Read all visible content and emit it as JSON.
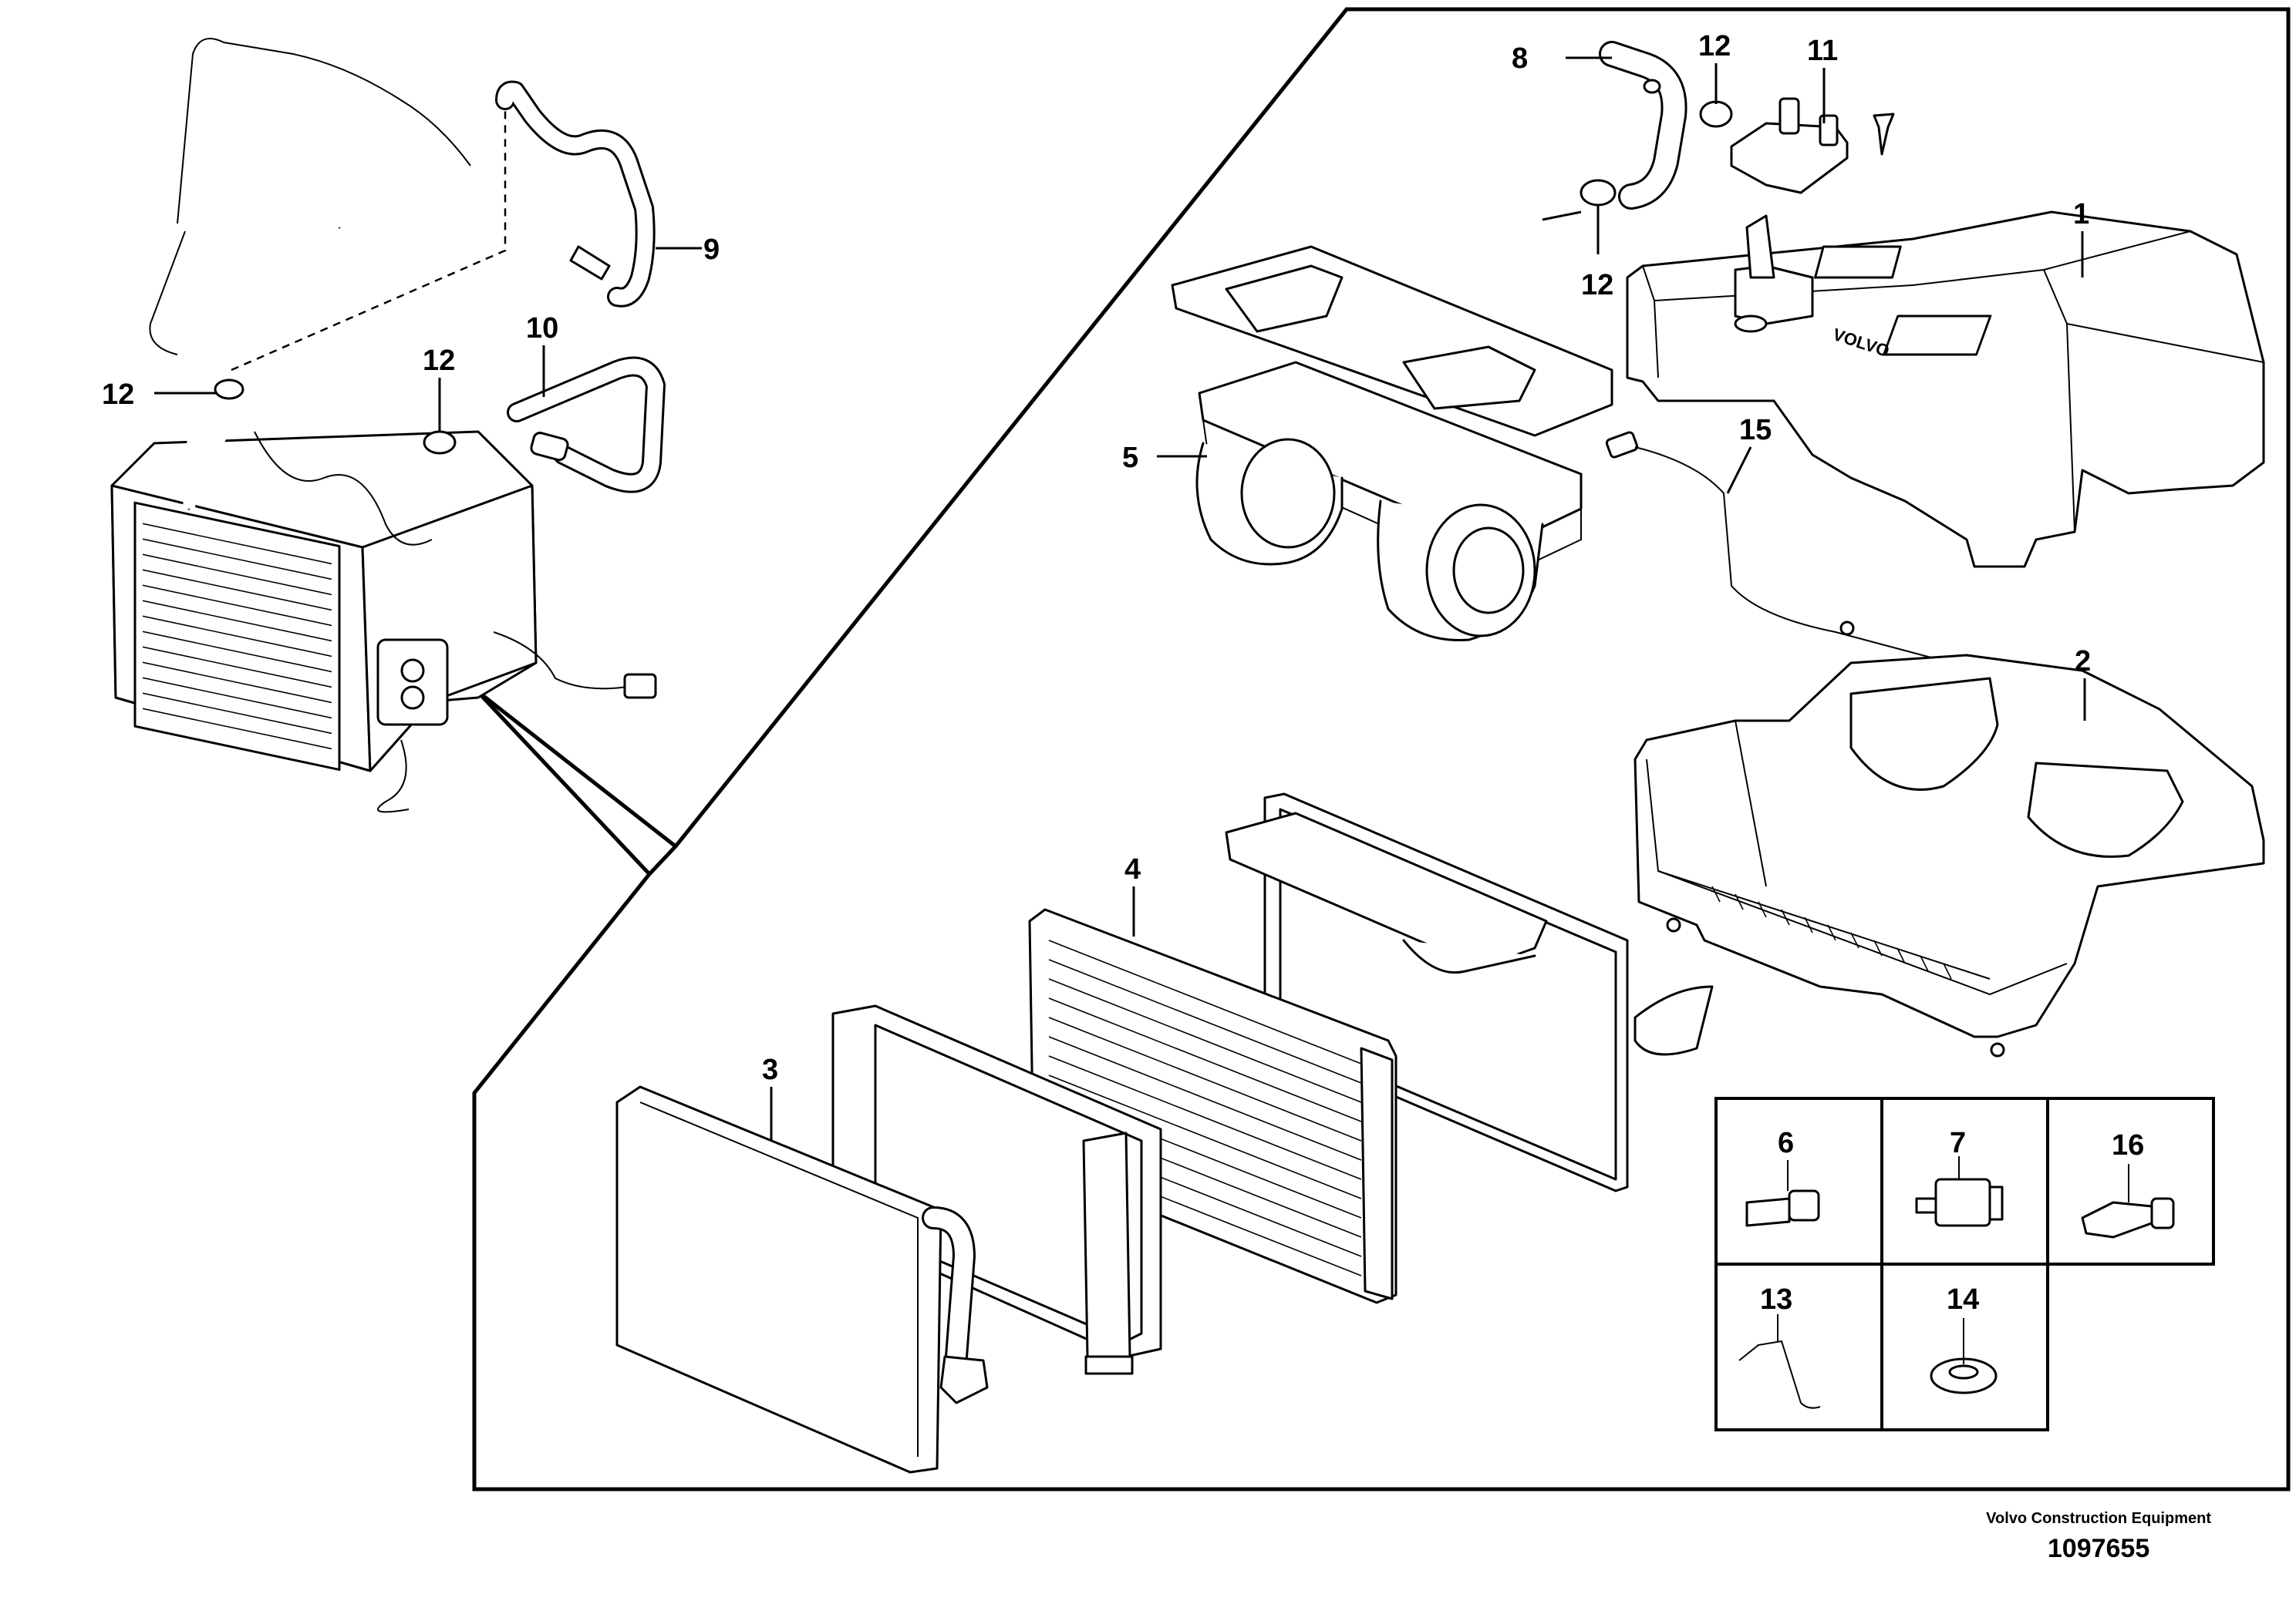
{
  "callouts": [
    {
      "id": "p1",
      "label": "1"
    },
    {
      "id": "p2",
      "label": "2"
    },
    {
      "id": "p3",
      "label": "3"
    },
    {
      "id": "p4",
      "label": "4"
    },
    {
      "id": "p5",
      "label": "5"
    },
    {
      "id": "p6",
      "label": "6"
    },
    {
      "id": "p7",
      "label": "7"
    },
    {
      "id": "p8",
      "label": "8"
    },
    {
      "id": "p9",
      "label": "9"
    },
    {
      "id": "p10",
      "label": "10"
    },
    {
      "id": "p11",
      "label": "11"
    },
    {
      "id": "p12a",
      "label": "12"
    },
    {
      "id": "p12b",
      "label": "12"
    },
    {
      "id": "p12c",
      "label": "12"
    },
    {
      "id": "p12d",
      "label": "12"
    },
    {
      "id": "p13",
      "label": "13"
    },
    {
      "id": "p14",
      "label": "14"
    },
    {
      "id": "p15",
      "label": "15"
    },
    {
      "id": "p16",
      "label": "16"
    }
  ],
  "housing_logo": "VOLVO",
  "credit": {
    "company": "Volvo Construction Equipment",
    "drawing_number": "1097655"
  }
}
